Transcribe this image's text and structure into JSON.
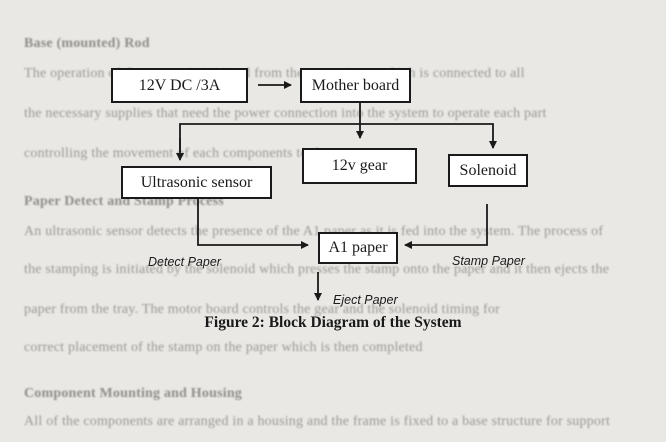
{
  "background_text": {
    "heading_1": "Base (mounted) Rod",
    "lines_1": [
      "The operation of the system is initiated from the power input which is connected to all",
      "the necessary supplies that need the power connection into the system to operate each part",
      "controlling the movement of each components to the system"
    ],
    "heading_2": "Paper Detect and Stamp Process",
    "lines_2": [
      "An ultrasonic sensor detects the presence of the A1 paper as it is fed into the system. The process of",
      "the stamping is initiated by the solenoid which presses the stamp onto the paper and it then ejects the",
      "paper from the tray. The motor board controls the gear and the solenoid timing for",
      "correct placement of the stamp on the paper which is then completed"
    ],
    "heading_3": "Component Mounting and Housing",
    "lines_3": [
      "All of the components are arranged in a housing and the frame is fixed to a base structure for support"
    ]
  },
  "diagram": {
    "nodes": {
      "power": "12V DC /3A",
      "motherboard": "Mother board",
      "ultrasonic": "Ultrasonic sensor",
      "gear": "12v gear",
      "solenoid": "Solenoid",
      "paper": "A1 paper"
    },
    "edge_labels": {
      "detect": "Detect Paper",
      "stamp": "Stamp Paper",
      "eject": "Eject Paper"
    }
  },
  "caption": "Figure 2: Block Diagram of the System"
}
